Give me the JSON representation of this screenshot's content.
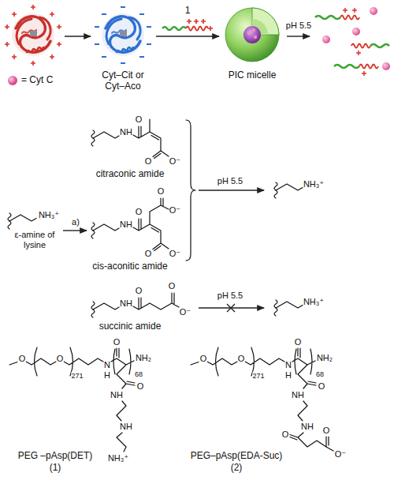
{
  "diagram": {
    "nodes": [
      {
        "text": [
          "Cyt–Cit or Cyt–Aco"
        ]
      },
      {
        "text": [
          "PIC micelle"
        ]
      }
    ],
    "edges": [
      {
        "from": 0,
        "to": 1,
        "arrow": "to",
        "label": "1"
      }
    ],
    "labels": [
      "pH 5.5",
      "O",
      "NH",
      "O",
      "O⁻",
      "citraconic amide",
      "NH₃⁺",
      "ε-amine of lysine",
      "a)",
      "O",
      "NH",
      "O",
      "O⁻",
      "O",
      "O⁻",
      "cis-aconitic amide",
      "pH 5.5",
      "NH₃⁺",
      "O",
      "NH",
      "O",
      "O⁻",
      "succinic amide",
      "pH 5.5",
      "NH₃⁺",
      "O",
      "O",
      "271",
      "N",
      "H",
      "O",
      "NH₂",
      "68",
      "O",
      "NH",
      "NH",
      "NH₃⁺",
      "PEG –pAsp(DET)",
      "(1)",
      "O",
      "O",
      "271",
      "N",
      "H",
      "O",
      "NH₂",
      "68",
      "O",
      "NH",
      "NH",
      "O",
      "O",
      "O⁻",
      "PEG–pAsp(EDA-Suc)",
      "(2)"
    ],
    "legend": [
      {
        "text": "= Cyt C",
        "color": "#d9458c"
      }
    ]
  }
}
